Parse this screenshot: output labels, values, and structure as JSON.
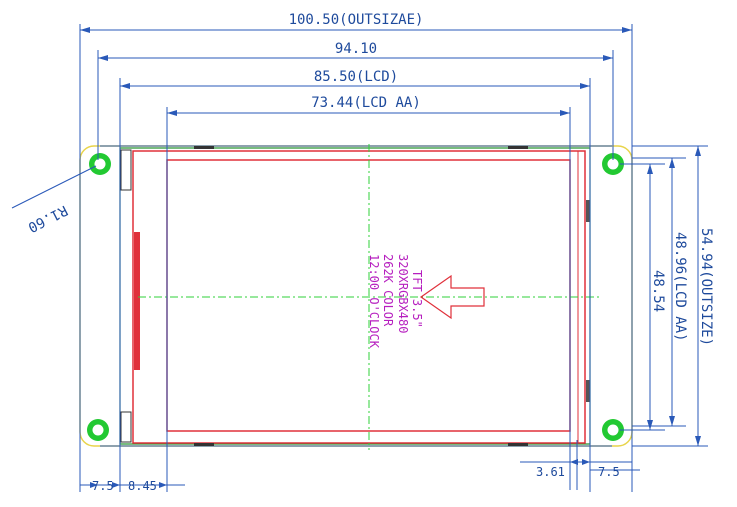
{
  "dimensions": {
    "outsize_width": "100.50(OUTSIZAE)",
    "hole_pitch_x": "94.10",
    "lcd_width": "85.50(LCD)",
    "lcd_aa_width": "73.44(LCD AA)",
    "radius": "R1.60",
    "outsize_height": "54.94(OUTSIZE)",
    "lcd_aa_height": "48.96(LCD AA)",
    "hole_pitch_y": "48.54",
    "left_offset_1": "7.5",
    "left_offset_2": "8.45",
    "right_offset_1": "3.61",
    "right_offset_2": "7.5"
  },
  "notes": {
    "line1": "TFT 3.5\"",
    "line2": "320XRGBX480",
    "line3": "262K COLOR",
    "line4": "12:00 O'CLOCK"
  },
  "colors": {
    "dimension": "#2a59b8",
    "lcd_outline": "#e0303a",
    "center_line": "#2fd13a",
    "hole": "#22c932",
    "note": "#b61fbf",
    "pcb_edge": "#e8d44a"
  }
}
